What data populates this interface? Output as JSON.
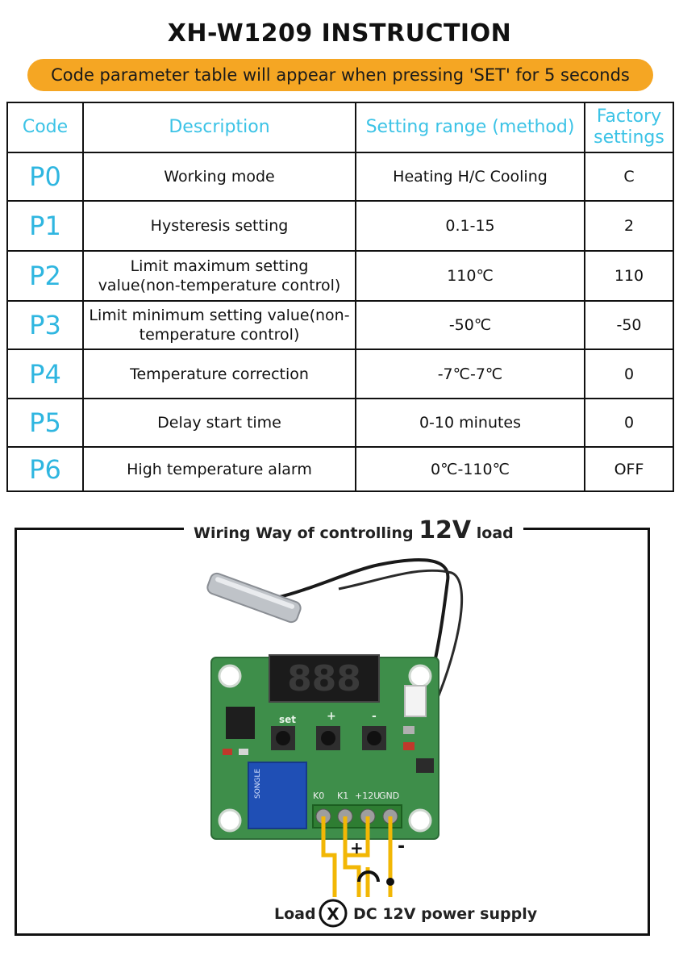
{
  "title": "XH-W1209 INSTRUCTION",
  "banner": "Code parameter table will appear when pressing 'SET' for 5 seconds",
  "table": {
    "headers": [
      "Code",
      "Description",
      "Setting range (method)",
      "Factory settings"
    ],
    "rows": [
      {
        "code": "P0",
        "description": "Working mode",
        "range": "Heating H/C Cooling",
        "factory": "C"
      },
      {
        "code": "P1",
        "description": "Hysteresis setting",
        "range": "0.1-15",
        "factory": "2"
      },
      {
        "code": "P2",
        "description": "Limit maximum setting value(non-temperature control)",
        "range": "110℃",
        "factory": "110"
      },
      {
        "code": "P3",
        "description": "Limit minimum setting value(non-temperature control)",
        "range": "-50℃",
        "factory": "-50"
      },
      {
        "code": "P4",
        "description": "Temperature correction",
        "range": "-7℃-7℃",
        "factory": "0"
      },
      {
        "code": "P5",
        "description": "Delay start time",
        "range": "0-10 minutes",
        "factory": "0"
      },
      {
        "code": "P6",
        "description": "High temperature alarm",
        "range": "0℃-110℃",
        "factory": "OFF"
      }
    ]
  },
  "wiring": {
    "title_prefix": "Wiring Way of controlling",
    "title_voltage": "12V",
    "title_suffix": "load",
    "board": {
      "display_digits": "888",
      "button_labels": [
        "set",
        "+",
        "-"
      ],
      "terminal_labels": [
        "K0",
        "K1",
        "+12U",
        "GND"
      ],
      "relay_text": "SONGLE"
    },
    "plus_label": "+",
    "minus_label": "-",
    "load_label": "Load",
    "load_symbol": "X",
    "supply_label": "DC 12V power supply"
  },
  "colors": {
    "banner": "#f5a623",
    "header_text": "#3cc3e6",
    "code_text": "#2fb6e0",
    "pcb": "#3e8e4a",
    "wire": "#f2b705"
  }
}
